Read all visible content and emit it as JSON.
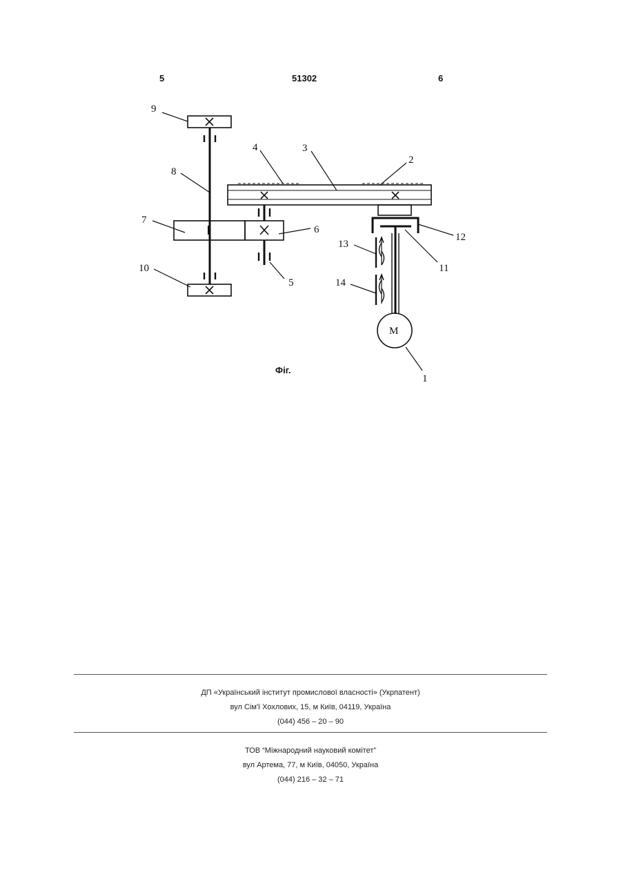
{
  "header": {
    "page_left": "5",
    "patent_number": "51302",
    "page_right": "6"
  },
  "figure": {
    "caption": "Фіг.",
    "labels": {
      "l1": "1",
      "l2": "2",
      "l3": "3",
      "l4": "4",
      "l5": "5",
      "l6": "6",
      "l7": "7",
      "l8": "8",
      "l9": "9",
      "l10": "10",
      "l11": "11",
      "l12": "12",
      "l13": "13",
      "l14": "14",
      "motor": "M"
    }
  },
  "imprint": {
    "publisher": {
      "line1": "ДП «Український інститут промислової власності» (Укрпатент)",
      "line2": "вул  Сім'ї Хохлових, 15, м  Київ, 04119, Україна",
      "line3": "(044) 456 – 20 –  90"
    },
    "printer": {
      "line1": "ТОВ “Міжнародний науковий комітет”",
      "line2": "вул  Артема, 77, м  Київ, 04050, Україна",
      "line3": "(044) 216 – 32 – 71"
    }
  }
}
